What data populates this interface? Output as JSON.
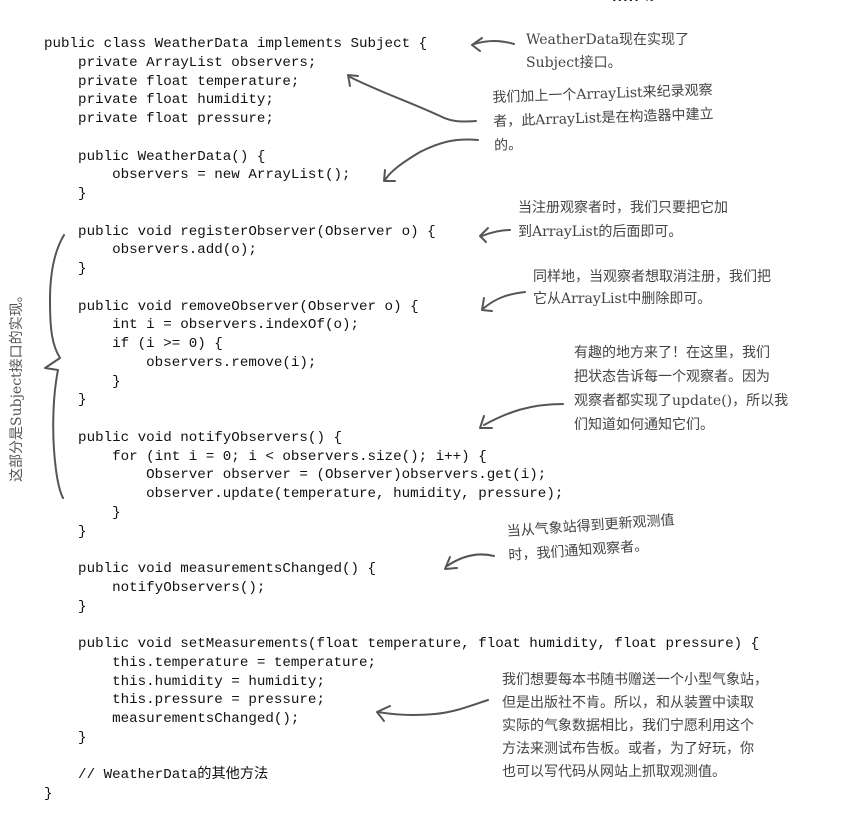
{
  "code": {
    "lines": [
      "public class WeatherData implements Subject {",
      "    private ArrayList observers;",
      "    private float temperature;",
      "    private float humidity;",
      "    private float pressure;",
      "",
      "    public WeatherData() {",
      "        observers = new ArrayList();",
      "    }",
      "",
      "    public void registerObserver(Observer o) {",
      "        observers.add(o);",
      "    }",
      "",
      "    public void removeObserver(Observer o) {",
      "        int i = observers.indexOf(o);",
      "        if (i >= 0) {",
      "            observers.remove(i);",
      "        }",
      "    }",
      "",
      "    public void notifyObservers() {",
      "        for (int i = 0; i < observers.size(); i++) {",
      "            Observer observer = (Observer)observers.get(i);",
      "            observer.update(temperature, humidity, pressure);",
      "        }",
      "    }",
      "",
      "    public void measurementsChanged() {",
      "        notifyObservers();",
      "    }",
      "",
      "    public void setMeasurements(float temperature, float humidity, float pressure) {",
      "        this.temperature = temperature;",
      "        this.humidity = humidity;",
      "        this.pressure = pressure;",
      "        measurementsChanged();",
      "    }",
      "",
      "    // WeatherData的其他方法",
      "}"
    ]
  },
  "annotations": {
    "implements_subject": [
      "WeatherData现在实现了",
      "Subject接口。"
    ],
    "arraylist": [
      "我们加上一个ArrayList来纪录观察",
      "者，此ArrayList是在构造器中建立",
      "的。"
    ],
    "register": [
      "当注册观察者时，我们只要把它加",
      "到ArrayList的后面即可。"
    ],
    "remove": [
      "同样地，当观察者想取消注册，我们把",
      "它从ArrayList中删除即可。"
    ],
    "notify": [
      "有趣的地方来了！在这里，我们",
      "把状态告诉每一个观察者。因为",
      "观察者都实现了update()，所以我",
      "们知道如何通知它们。"
    ],
    "measurements_changed": [
      "当从气象站得到更新观测值",
      "时，我们通知观察者。"
    ],
    "set_measurements": [
      "我们想要每本书随书赠送一个小型气象站，",
      "但是出版社不肯。所以，和从装置中读取",
      "实际的气象数据相比，我们宁愿利用这个",
      "方法来测试布告板。或者，为了好玩，你",
      "也可以写代码从网站上抓取观测值。"
    ],
    "brace_label": "这部分是Subject接口的实现。"
  },
  "colors": {
    "code_text": "#111111",
    "annotation_text": "#444444",
    "arrow_stroke": "#555555",
    "background": "#ffffff"
  }
}
